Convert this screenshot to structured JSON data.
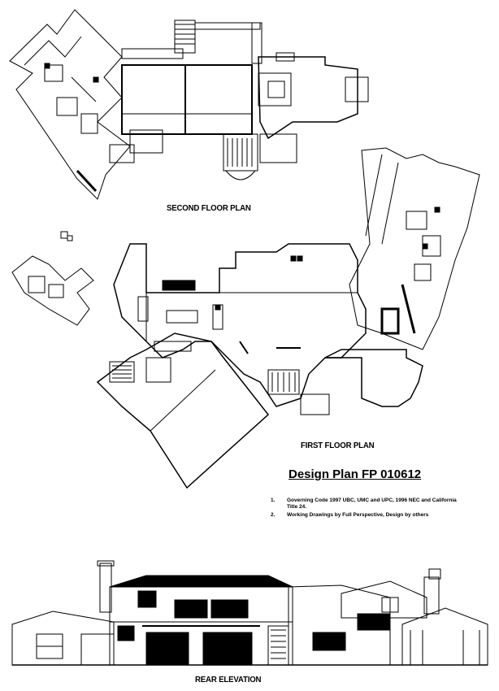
{
  "plans": {
    "second_floor_label": "SECOND FLOOR PLAN",
    "first_floor_label": "FIRST FLOOR PLAN",
    "rear_elevation_label": "REAR ELEVATION"
  },
  "design": {
    "title": "Design Plan FP 010612",
    "notes": [
      {
        "num": "1.",
        "text": "Governing Code 1997 UBC, UMC and UPC, 1996 NEC and California Title 24."
      },
      {
        "num": "2.",
        "text": "Working Drawings by Full Perspective, Design by others"
      }
    ]
  }
}
